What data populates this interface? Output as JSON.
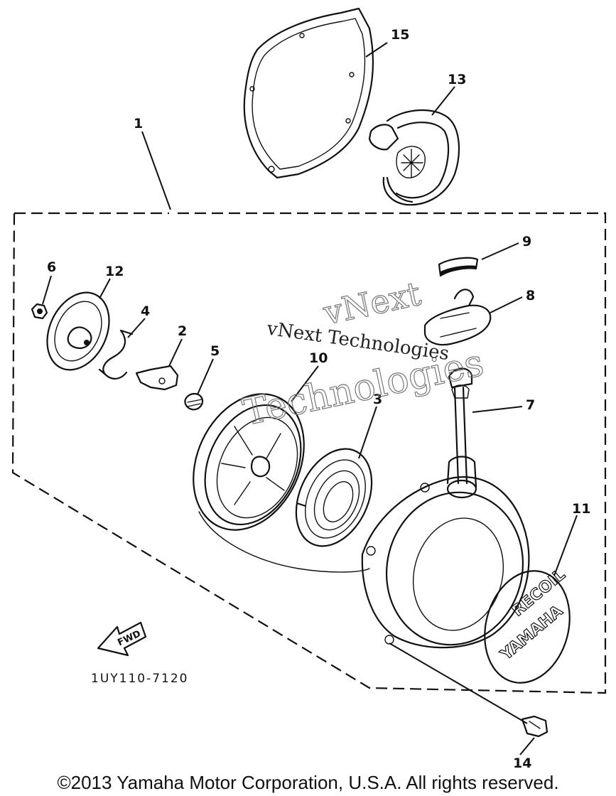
{
  "callouts": {
    "c1": "1",
    "c2": "2",
    "c3": "3",
    "c4": "4",
    "c5": "5",
    "c6": "6",
    "c7": "7",
    "c8": "8",
    "c9": "9",
    "c10": "10",
    "c11": "11",
    "c12": "12",
    "c13": "13",
    "c14": "14",
    "c15": "15"
  },
  "watermark": {
    "line1": "vNext",
    "line2": "Technologies",
    "inline": "vNext Technologies"
  },
  "fwd_label": "FWD",
  "reference_code": "1UY110-7120",
  "cover_badge": {
    "line1": "YAMAHA",
    "line2": "RECOIL"
  },
  "copyright": "©2013 Yamaha Motor Corporation, U.S.A. All rights reserved."
}
